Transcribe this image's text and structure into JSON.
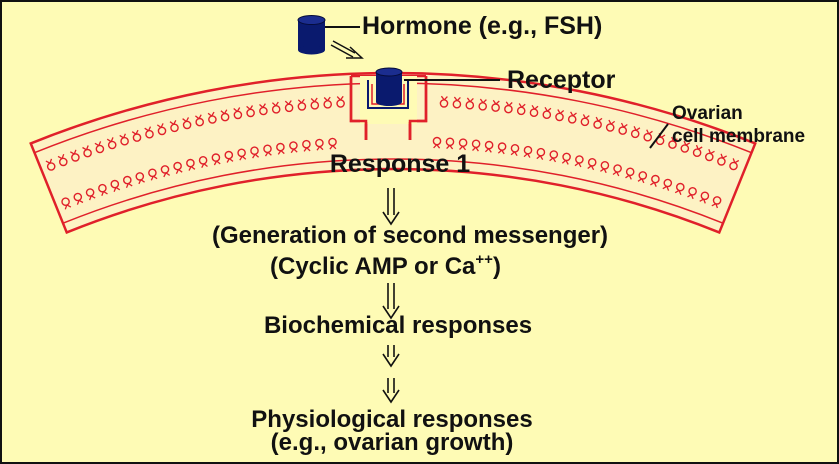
{
  "labels": {
    "hormone": "Hormone (e.g., FSH)",
    "receptor": "Receptor",
    "membrane_line1": "Ovarian",
    "membrane_line2": "cell membrane",
    "response1": "Response 1",
    "second_messenger": "(Generation of second messenger)",
    "cyclic_prefix": "(Cyclic AMP or Ca",
    "cyclic_sup": "++",
    "cyclic_suffix": ")",
    "biochemical": "Biochemical responses",
    "physiological": "Physiological responses",
    "example": "(e.g., ovarian growth)"
  },
  "colors": {
    "background": "#fefbb5",
    "membrane": "#e0202a",
    "hormone": "#0a1a6e",
    "text": "#111111"
  },
  "icons": {
    "hormone": "cylinder-icon",
    "flow_arrow": "double-down-arrow-icon",
    "binding_arrow": "double-diagonal-arrow-icon"
  }
}
